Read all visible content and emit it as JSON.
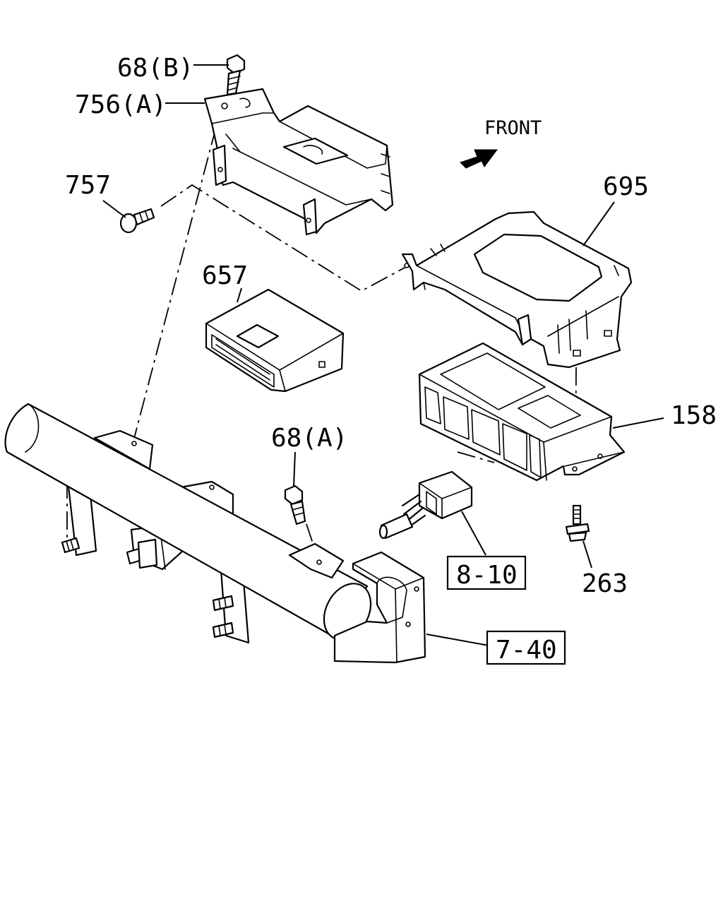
{
  "diagram": {
    "front_label": "FRONT",
    "callouts": {
      "p68b": "68(B)",
      "p756a": "756(A)",
      "p757": "757",
      "p695": "695",
      "p657": "657",
      "p158": "158",
      "p68a": "68(A)",
      "p263": "263"
    },
    "references": {
      "r810": "8-10",
      "r740": "7-40"
    }
  }
}
